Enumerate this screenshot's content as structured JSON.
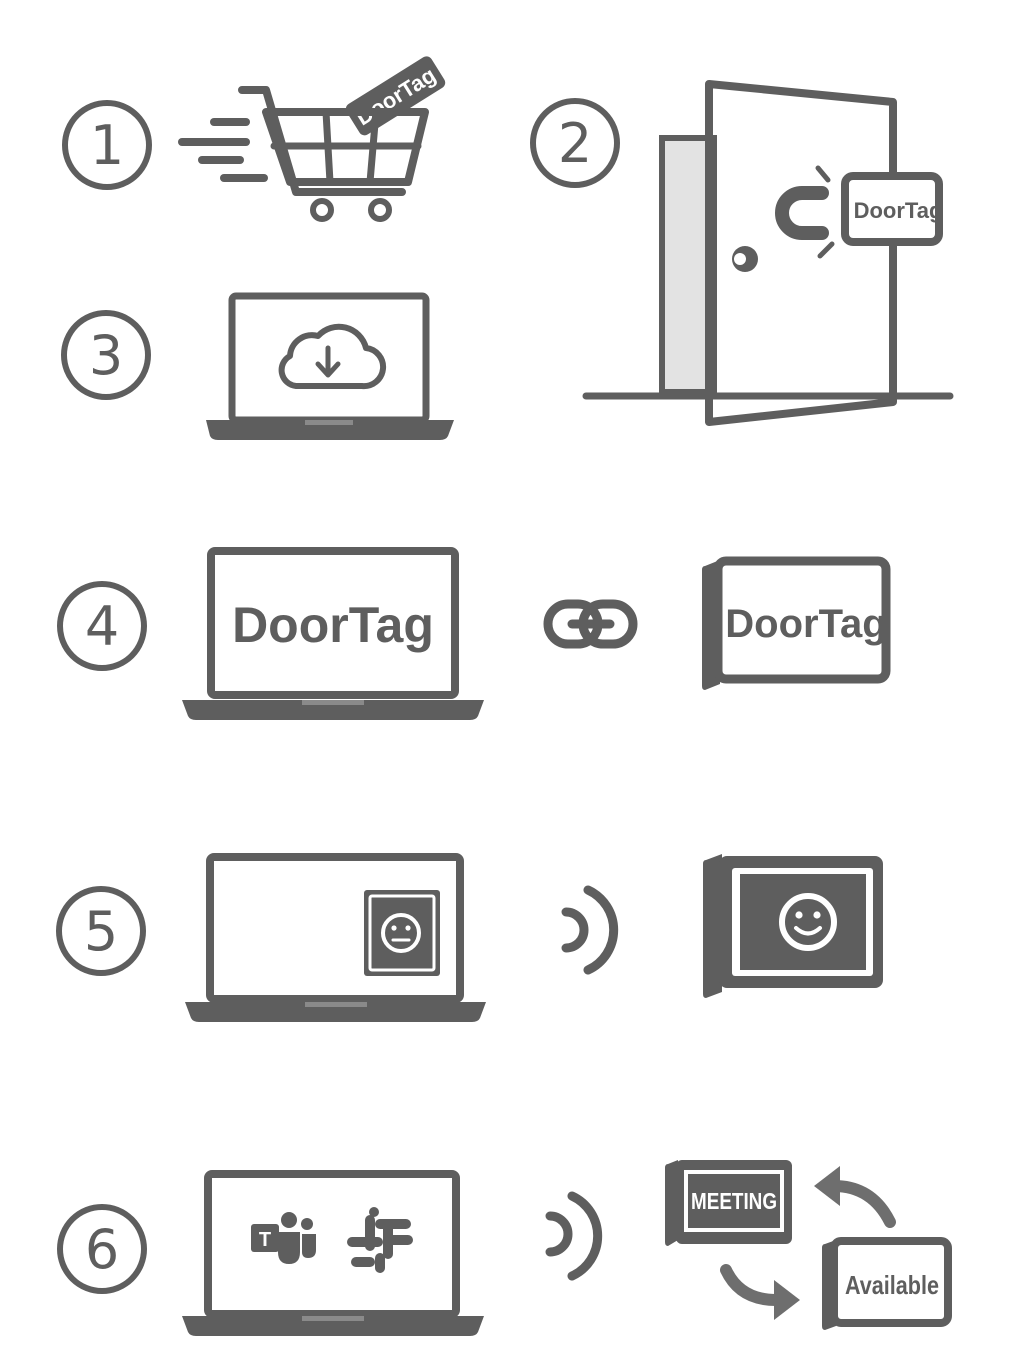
{
  "steps": [
    {
      "number": "1",
      "icon": "shopping-cart-icon",
      "badge": "DoorTag"
    },
    {
      "number": "2",
      "icon": "door-magnet-icon",
      "badge": "DoorTag"
    },
    {
      "number": "3",
      "icon": "laptop-cloud-download-icon"
    },
    {
      "number": "4",
      "icon": "link-icon",
      "laptop_text": "DoorTag",
      "device_text": "DoorTag"
    },
    {
      "number": "5",
      "icon": "wireless-signal-icon",
      "face": "neutral-face-icon",
      "device_face": "smile-face-icon"
    },
    {
      "number": "6",
      "icon": "wireless-signal-icon",
      "apps": [
        "teams-icon",
        "slack-icon"
      ],
      "status_from": "MEETING",
      "status_to": "Available"
    }
  ],
  "colors": {
    "icon": "#5e5e5e",
    "door_panel": "#e3e3e3",
    "background": "#ffffff"
  }
}
